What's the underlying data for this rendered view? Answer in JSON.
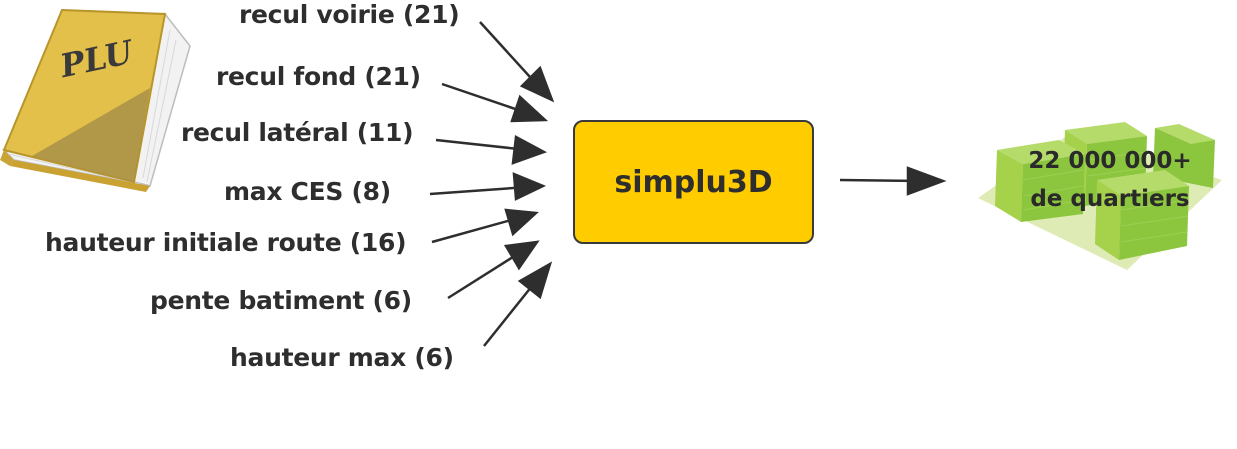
{
  "book": {
    "label": "PLU",
    "icon": "book-icon",
    "color": "#e3c04a"
  },
  "parameters": [
    "recul voirie (21)",
    "recul fond (21)",
    "recul latéral (11)",
    "max CES (8)",
    "hauteur initiale route (16)",
    "pente batiment (6)",
    "hauteur max (6)"
  ],
  "engine": {
    "label": "simplu3D",
    "color": "#ffcc00"
  },
  "output": {
    "line1": "22 000 000+",
    "line2": "de quartiers",
    "icon": "buildings-icon",
    "color": "#9acd32"
  }
}
